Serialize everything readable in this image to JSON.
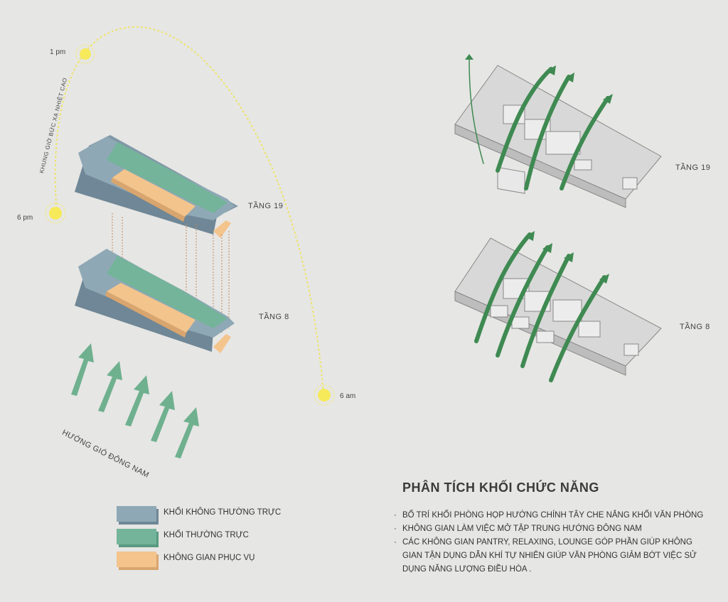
{
  "sun": {
    "labels": [
      "1 pm",
      "6 pm",
      "6 am"
    ],
    "radiation_label": "KHUNG GIỜ BỨC XẠ NHIỆT CAO"
  },
  "wind": {
    "label": "HƯỚNG GIÓ ĐÔNG NAM"
  },
  "floors_left": {
    "upper": "TẦNG 19",
    "lower": "TẦNG 8"
  },
  "floors_right": {
    "upper": "TẦNG 19",
    "lower": "TẦNG 8"
  },
  "legend": [
    {
      "label": "KHỐI KHÔNG THƯỜNG TRỰC",
      "color": "#8fa8b6"
    },
    {
      "label": "KHỐI THƯỜNG TRỰC",
      "color": "#74b49a"
    },
    {
      "label": "KHÔNG GIAN PHỤC VỤ",
      "color": "#f3c48c"
    }
  ],
  "analysis": {
    "title": "PHÂN TÍCH KHỐI CHỨC NĂNG",
    "notes": [
      "BỐ TRÍ KHỐI PHÒNG HỌP HƯỚNG CHÍNH TÂY CHE NẮNG KHỐI VĂN PHÒNG",
      "KHÔNG GIAN LÀM VIỆC MỞ TẬP TRUNG HƯỚNG ĐÔNG NAM",
      "CÁC KHÔNG GIAN PANTRY, RELAXING, LOUNGE GÓP PHẦN GIÚP KHÔNG GIAN TẬN DỤNG DẪN KHÍ TỰ NHIÊN GIÚP VĂN PHÒNG GIẢM BỚT VIỆC SỬ DỤNG NĂNG LƯỢNG ĐIỀU HÒA ."
    ]
  },
  "colors": {
    "non_permanent": "#8fa8b6",
    "permanent": "#74b49a",
    "service": "#f3c48c",
    "wind_arrow": "#6fb08f",
    "air_arrow": "#3f8a52",
    "sun_path": "#efe46a",
    "sun": "#f7ea5a"
  }
}
